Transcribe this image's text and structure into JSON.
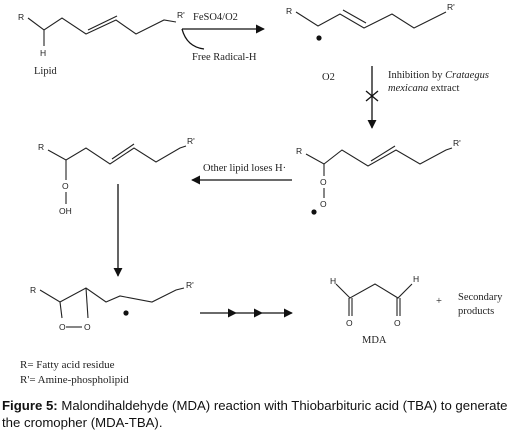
{
  "colors": {
    "ink": "#222222",
    "caption_text": "#111111",
    "background": "#ffffff"
  },
  "lipid": {
    "r_label": "R",
    "r_prime_label": "R'",
    "h_label": "H",
    "name": "Lipid"
  },
  "step1": {
    "reagent": "FeSO4/O2",
    "byproduct": "Free Radical-H"
  },
  "radical1": {
    "r_label": "R",
    "r_prime_label": "R'"
  },
  "step2": {
    "reagent": "O2",
    "inhibition_prefix": "Inhibition by ",
    "inhibitor_italic_1": "Crataegus",
    "inhibitor_italic_2": "mexicana",
    "inhibitor_suffix": " extract"
  },
  "peroxyl": {
    "r_label": "R",
    "r_prime_label": "R'",
    "o1": "O",
    "o2": "O"
  },
  "step3": {
    "label": "Other lipid loses H·"
  },
  "hydroperoxide": {
    "r_label": "R",
    "r_prime_label": "R'",
    "o_label": "O",
    "oh_label": "OH"
  },
  "endoperoxide": {
    "r_label": "R",
    "r_prime_label": "R'",
    "o1": "O",
    "o2": "O"
  },
  "mda": {
    "h1": "H",
    "h2": "H",
    "o1": "O",
    "o2": "O",
    "name": "MDA",
    "plus": "+",
    "secondary_1": "Secondary",
    "secondary_2": "products"
  },
  "legend": {
    "line1": "R= Fatty acid residue",
    "line2": "R'= Amine-phospholipid"
  },
  "caption": {
    "label": "Figure 5:",
    "text": " Malondihaldehyde (MDA) reaction with Thiobarbituric acid (TBA) to generate the cromopher (MDA-TBA)."
  }
}
